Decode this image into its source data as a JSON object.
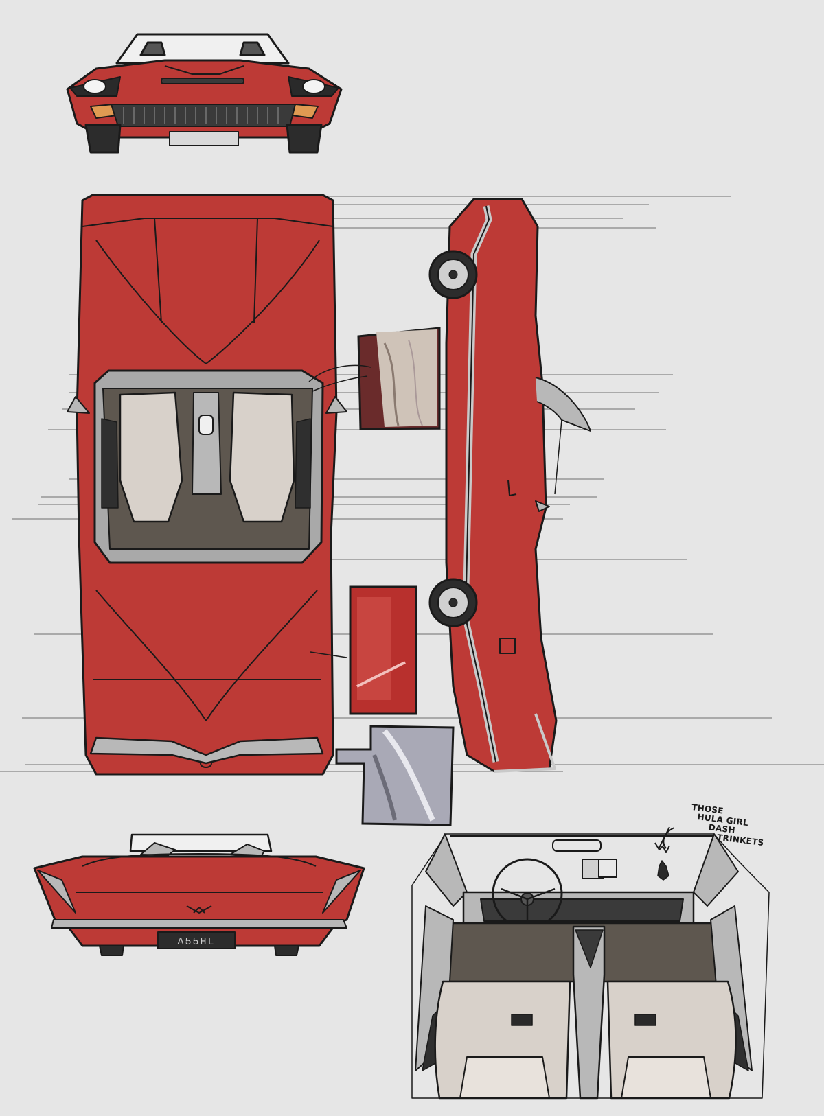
{
  "colors": {
    "background": "#e6e6e6",
    "body_red": "#bd3a36",
    "outline": "#1a1a1a",
    "chrome": "#b8b8b8",
    "seat": "#d8d1ca",
    "floor": "#5e574f",
    "tyre": "#2c2c2c",
    "indicator_amber": "#e09a52"
  },
  "views": {
    "front": {
      "icon": "car-front-view-icon"
    },
    "top": {
      "icon": "car-top-view-icon"
    },
    "side": {
      "icon": "car-side-view-icon"
    },
    "rear": {
      "icon": "car-rear-view-icon",
      "license_plate": "A55HL"
    },
    "interior": {
      "icon": "car-interior-view-icon"
    },
    "texture_swatches": {
      "icon": "texture-swatch-icon"
    }
  },
  "annotation": {
    "lines": [
      "THOSE",
      "HULA GIRL",
      "DASH",
      "TRINKETS"
    ]
  }
}
